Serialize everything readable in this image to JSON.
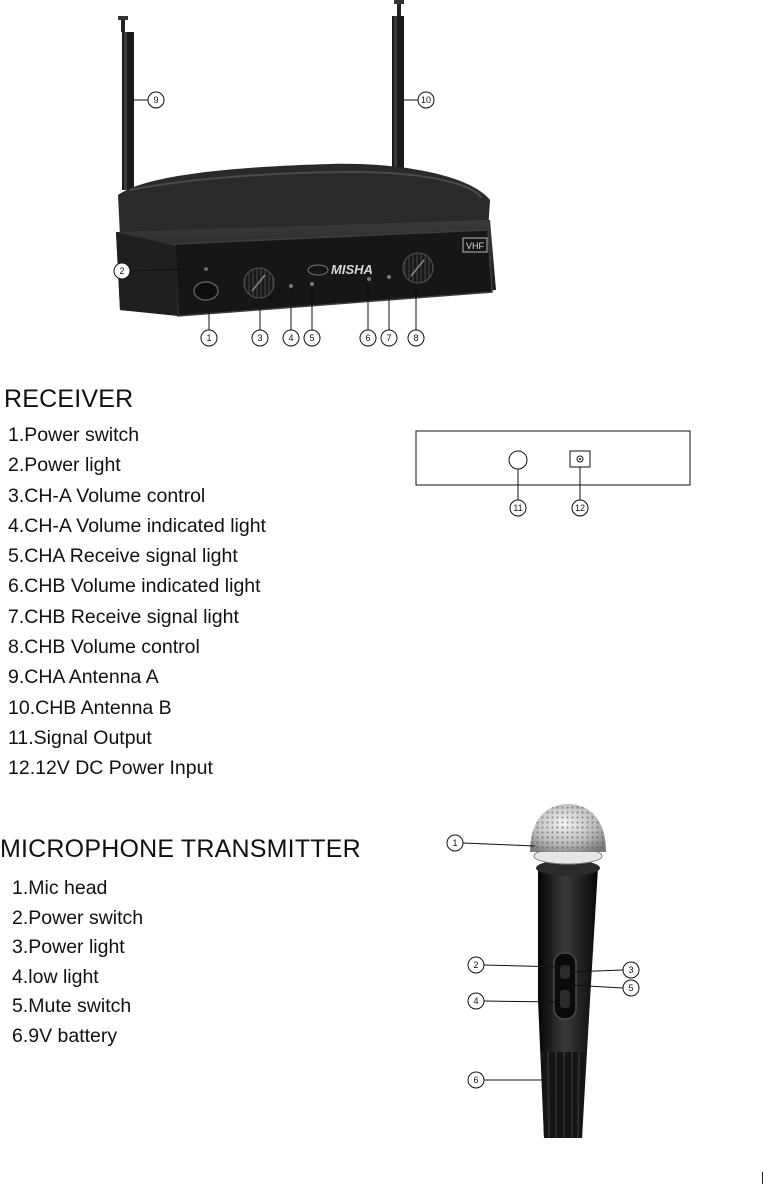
{
  "receiver": {
    "title": "RECEIVER",
    "panel_brand": "MISHA",
    "panel_band": "VHF",
    "items": [
      "1.Power switch",
      "2.Power light",
      "3.CH-A Volume control",
      "4.CH-A Volume indicated light",
      "5.CHA Receive signal light",
      "6.CHB Volume indicated light",
      "7.CHB Receive signal light",
      "8.CHB Volume control",
      "9.CHA Antenna A",
      "10.CHB Antenna B",
      "11.Signal Output",
      "12.12V DC Power Input"
    ],
    "callouts": [
      "1",
      "2",
      "3",
      "4",
      "5",
      "6",
      "7",
      "8",
      "9",
      "10"
    ],
    "rear_callouts": [
      "11",
      "12"
    ]
  },
  "microphone": {
    "title": "MICROPHONE TRANSMITTER",
    "items": [
      "1.Mic head",
      "2.Power switch",
      "3.Power light",
      "4.low light",
      "5.Mute switch",
      "6.9V battery"
    ],
    "callouts": [
      "1",
      "2",
      "3",
      "4",
      "5",
      "6"
    ]
  },
  "colors": {
    "receiver_body": "#1c1c1c",
    "mic_body": "#151515",
    "mic_grille": "#c8c8c8",
    "ink": "#111111"
  }
}
